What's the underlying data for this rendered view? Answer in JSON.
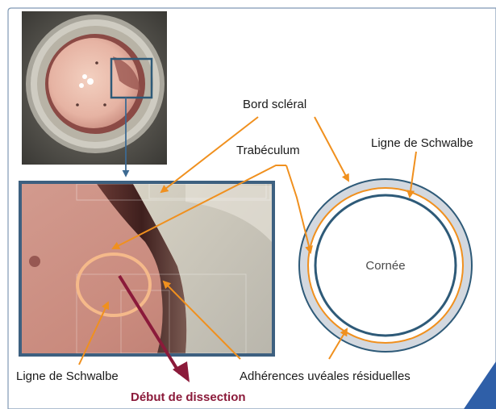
{
  "labels": {
    "bord_scleral": "Bord scléral",
    "trabeculum": "Trabéculum",
    "ligne_schwalbe_right": "Ligne de Schwalbe",
    "cornee": "Cornée",
    "ligne_schwalbe_left": "Ligne de Schwalbe",
    "adherences": "Adhérences uvéales résiduelles",
    "debut_dissection": "Début de dissection"
  },
  "colors": {
    "frame_border": "#7f98b3",
    "orange": "#f0901e",
    "dark_red": "#8b1a3a",
    "cornea_border": "#2e5a78",
    "sclera_ring": "#d3d8df",
    "photo_border": "#3d6080",
    "corner_accent": "#2f5fa8"
  },
  "photos": {
    "overview": {
      "name": "eye-overview-photo"
    },
    "zoom": {
      "name": "zoomed-angle-photo"
    }
  }
}
